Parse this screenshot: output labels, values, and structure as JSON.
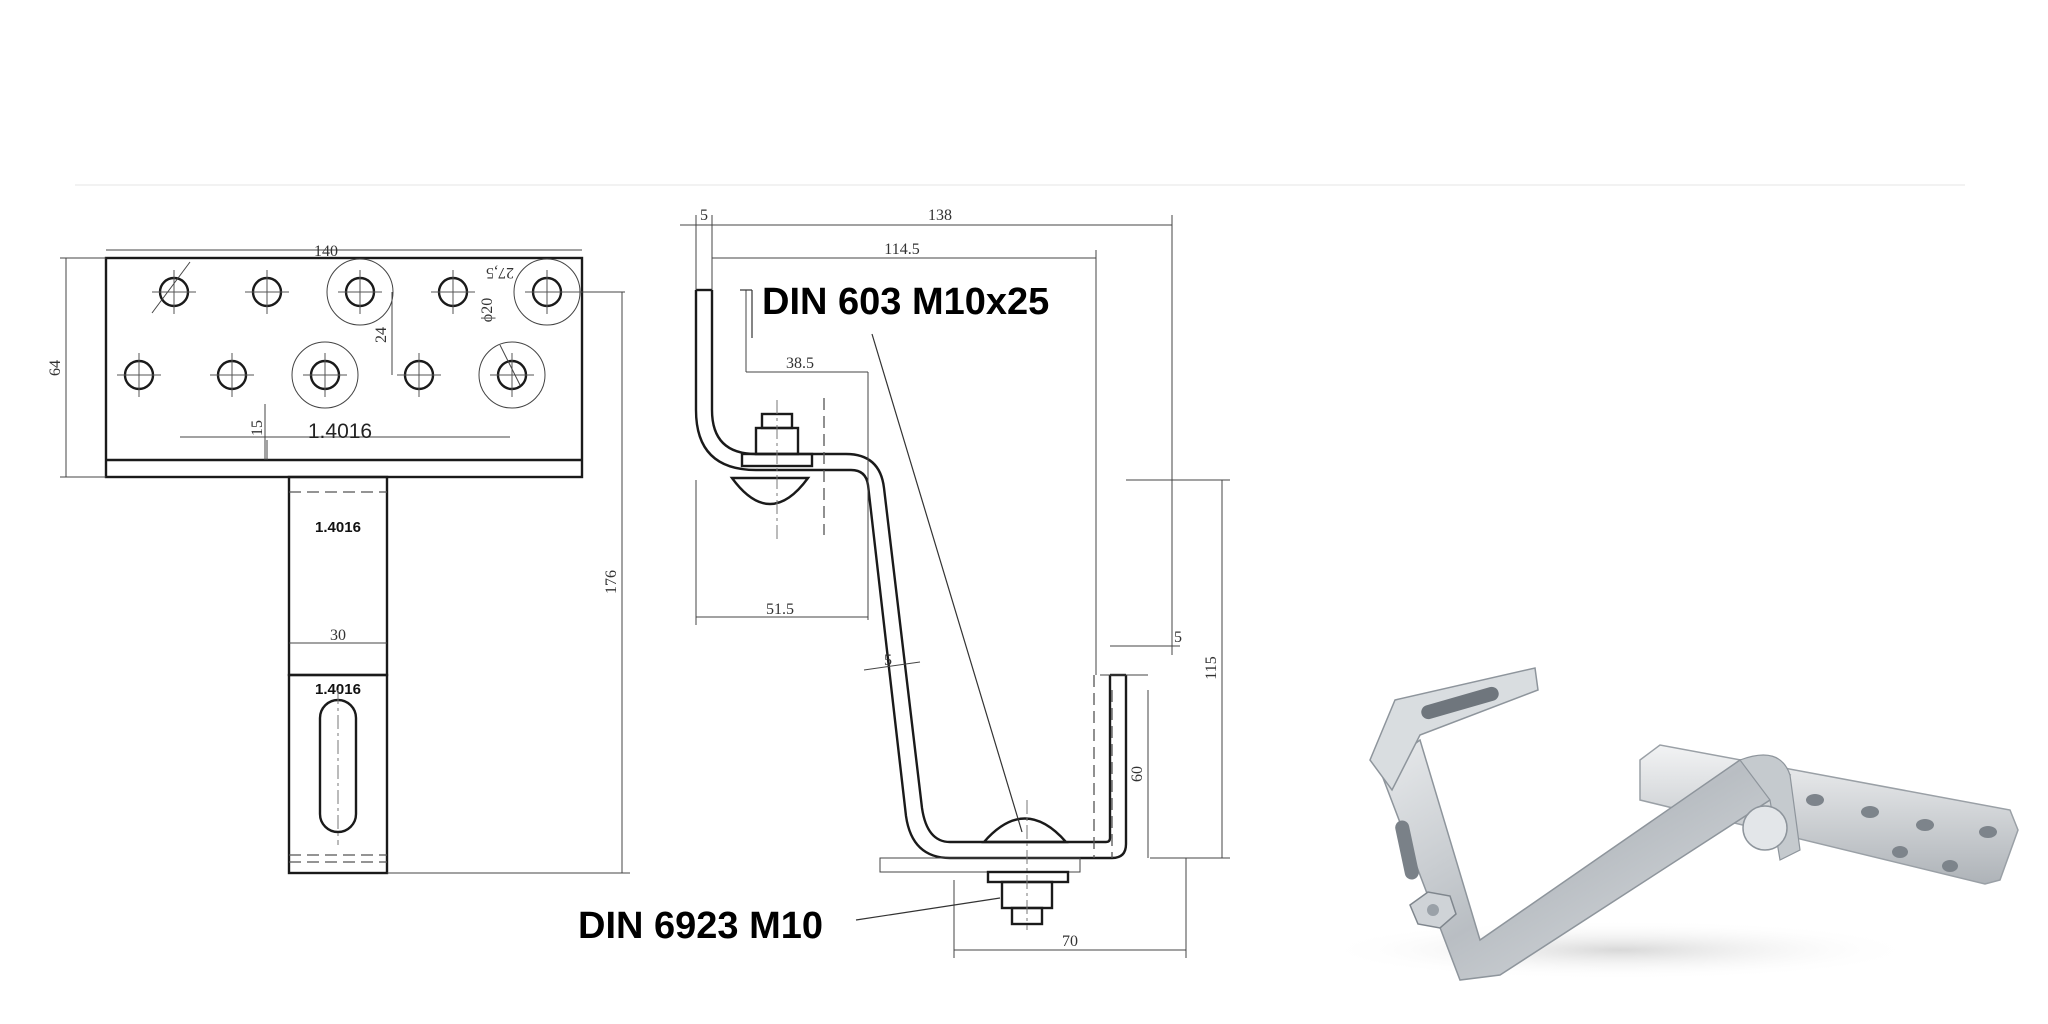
{
  "callouts": {
    "bolt": "DIN 603 M10x25",
    "nut": "DIN 6923 M10"
  },
  "material": {
    "base_plate": "1.4016",
    "upper_strip": "1.4016",
    "lower_strip": "1.4016"
  },
  "dimensions": {
    "plate_length": "140",
    "plate_height": "64",
    "edge_offset": "27,5",
    "hole_dia": "ϕ20",
    "row_spacing": "24",
    "bottom_offset": "15",
    "strip_width": "30",
    "total_length": "176",
    "tab_5": "5",
    "overall_138": "138",
    "reach_114_5": "114.5",
    "slot_38_5": "38.5",
    "offset_51_5": "51.5",
    "thickness_5": "5",
    "hook_115": "115",
    "hook_5": "5",
    "hook_60": "60",
    "base_70": "70"
  },
  "colors": {
    "line": "#1a1a1a",
    "background": "#ffffff",
    "steel": "#c8ccd0"
  }
}
